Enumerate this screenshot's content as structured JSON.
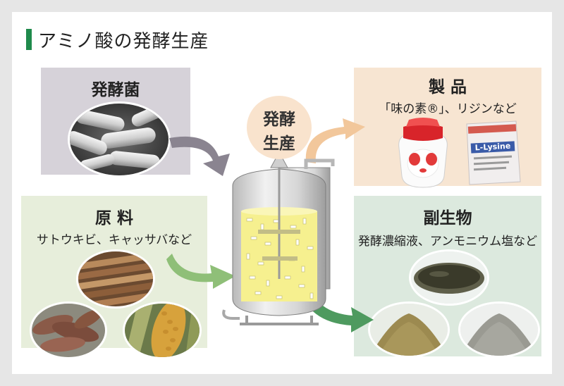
{
  "title": "アミノ酸の発酵生産",
  "ferment_bacteria": {
    "heading": "発酵菌"
  },
  "raw_material": {
    "heading": "原 料",
    "subtitle": "サトウキビ、キャッサバなど"
  },
  "process": {
    "line1": "発酵",
    "line2": "生産"
  },
  "product": {
    "heading": "製 品",
    "subtitle": "「味の素®」、リジンなど"
  },
  "byproduct": {
    "heading": "副生物",
    "subtitle": "発酵濃縮液、アンモニウム塩など"
  },
  "package_label": "L-Lysine",
  "colors": {
    "accent": "#1f8a4c",
    "bacteria_panel": "#d6d2d9",
    "raw_panel": "#e7eedb",
    "product_panel": "#f7e5d2",
    "byproduct_panel": "#dce9de",
    "gray_arrow": "#8a8490",
    "green_arrow": "#8fbf78",
    "orange_arrow": "#f2c79b",
    "dark_green_arrow": "#4e9a5f",
    "bubble": "#f9e3cd",
    "broth": "#f6f08f"
  }
}
